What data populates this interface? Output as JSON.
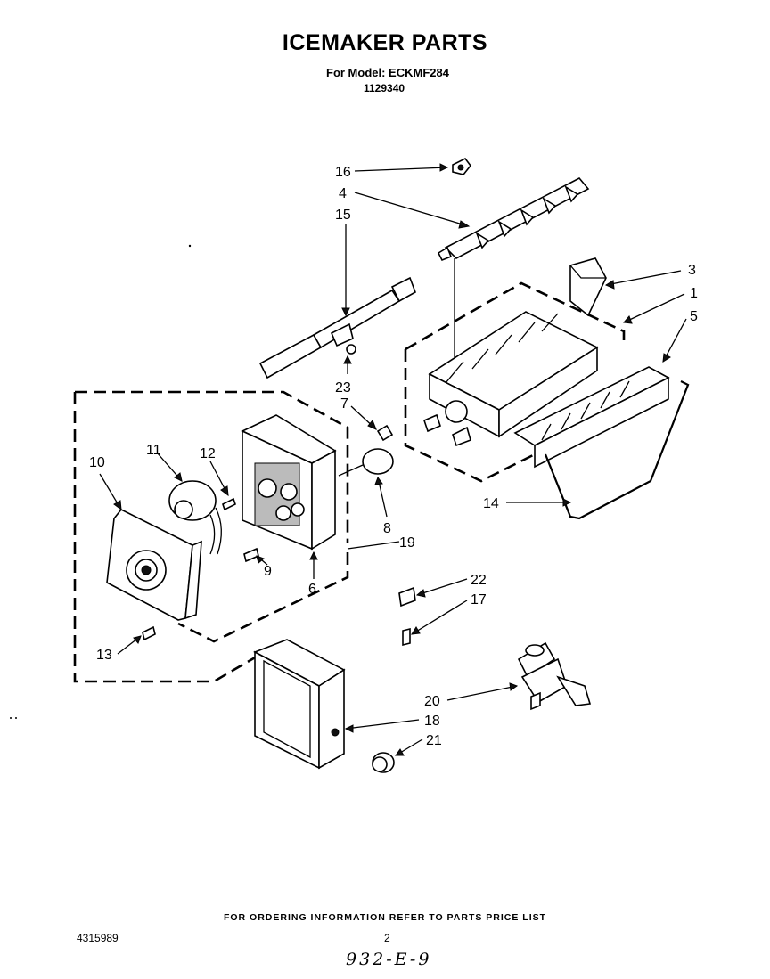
{
  "header": {
    "title": "ICEMAKER PARTS",
    "model_line": "For Model: ECKMF284",
    "part_number": "1129340"
  },
  "callouts": [
    "16",
    "4",
    "15",
    "3",
    "1",
    "5",
    "23",
    "7",
    "11",
    "12",
    "10",
    "8",
    "19",
    "9",
    "6",
    "14",
    "22",
    "17",
    "13",
    "20",
    "18",
    "21"
  ],
  "footer": {
    "ordering_note": "FOR ORDERING INFORMATION REFER TO PARTS PRICE LIST",
    "doc_code": "4315989",
    "page_number": "2",
    "handwritten_code": "932-E-9"
  }
}
